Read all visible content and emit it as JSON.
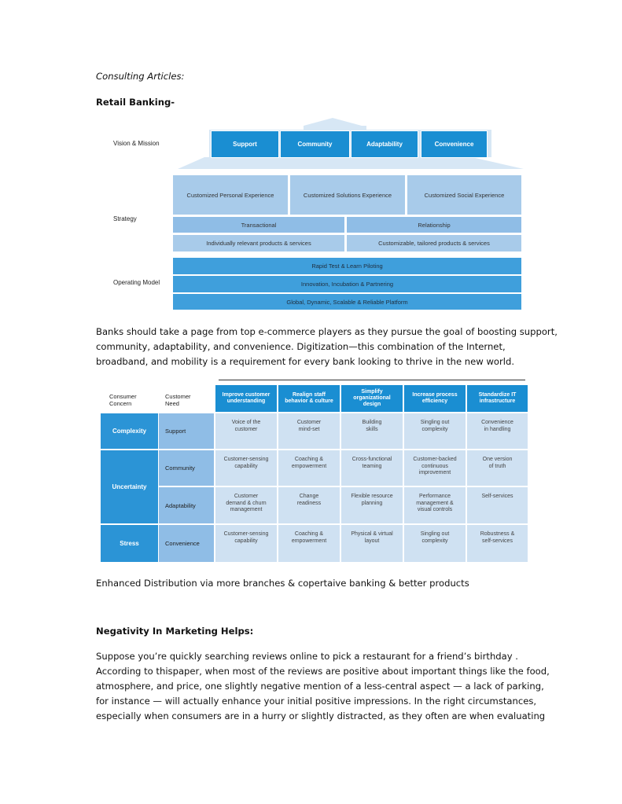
{
  "heading": "Consulting Articles:",
  "section1_title": "Retail Banking-",
  "figure1": {
    "rows": {
      "vision": "Vision & Mission",
      "strategy": "Strategy",
      "operating": "Operating Model"
    },
    "values": [
      "Support",
      "Community",
      "Adaptability",
      "Convenience"
    ],
    "experiences": [
      "Customized Personal Experience",
      "Customized Solutions Experience",
      "Customized Social Experience"
    ],
    "transactional": "Transactional",
    "relationship": "Relationship",
    "products_left": "Individually relevant products & services",
    "products_right": "Customizable, tailored products & services",
    "op_rows": [
      "Rapid Test & Learn Piloting",
      "Innovation, Incubation & Partnering",
      "Global, Dynamic, Scalable & Reliable Platform"
    ]
  },
  "paragraph1": [
    "Banks should take a page from top e-commerce players as they pursue the goal of boosting support,",
    "community, adaptability, and convenience. Digitization—this combination of the Internet,",
    "broadband, and mobility is a requirement for every bank looking to thrive in the new world."
  ],
  "figure2": {
    "header_concern": [
      "Consumer",
      "Concern"
    ],
    "header_need": [
      "Customer",
      "Need"
    ],
    "columns": [
      [
        "Improve customer",
        "understanding"
      ],
      [
        "Realign staff",
        "behavior & culture"
      ],
      [
        "Simplify",
        "organizational",
        "design"
      ],
      [
        "Increase process",
        "efficiency"
      ],
      [
        "Standardize IT",
        "infrastructure"
      ]
    ],
    "concerns": [
      "Complexity",
      "Uncertainty",
      "Stress"
    ],
    "needs": [
      "Support",
      "Community",
      "Adaptability",
      "Convenience"
    ],
    "cells": [
      [
        [
          "Voice of the",
          "customer"
        ],
        [
          "Customer",
          "mind-set"
        ],
        [
          "Building",
          "skills"
        ],
        [
          "Singling out",
          "complexity"
        ],
        [
          "Convenience",
          "in handling"
        ]
      ],
      [
        [
          "Customer-sensing",
          "capability"
        ],
        [
          "Coaching &",
          "empowerment"
        ],
        [
          "Cross-functional",
          "teaming"
        ],
        [
          "Customer-backed",
          "continuous",
          "improvement"
        ],
        [
          "One version",
          "of truth"
        ]
      ],
      [
        [
          "Customer",
          "demand & churn",
          "management"
        ],
        [
          "Change",
          "readiness"
        ],
        [
          "Flexible resource",
          "planning"
        ],
        [
          "Performance",
          "management &",
          "visual controls"
        ],
        [
          "Self-services"
        ]
      ],
      [
        [
          "Customer-sensing",
          "capability"
        ],
        [
          "Coaching &",
          "empowerment"
        ],
        [
          "Physical & virtual",
          "layout"
        ],
        [
          "Singling out",
          "complexity"
        ],
        [
          "Robustness &",
          "self-services"
        ]
      ]
    ]
  },
  "line_after_figure2": "Enhanced Distribution via more branches & copertaive banking & better products",
  "section2_title": "Negativity In Marketing Helps:",
  "paragraph2": [
    "Suppose you’re quickly searching reviews online to pick a restaurant for a friend’s birthday .",
    "According to thispaper, when most of the reviews are positive about important things like the food,",
    "atmosphere, and price, one slightly  negative mention of a less-central aspect — a lack of parking,",
    "for instance — will actually  enhance your initial positive impressions. In the right circumstances,",
    "especially when consumers are in a hurry or slightly distracted, as they  often are when evaluating"
  ],
  "colors": {
    "brand_blue": "#1a8ed2",
    "light_blue": "#a8cbea",
    "grid_blue": "#cfe1f2"
  }
}
